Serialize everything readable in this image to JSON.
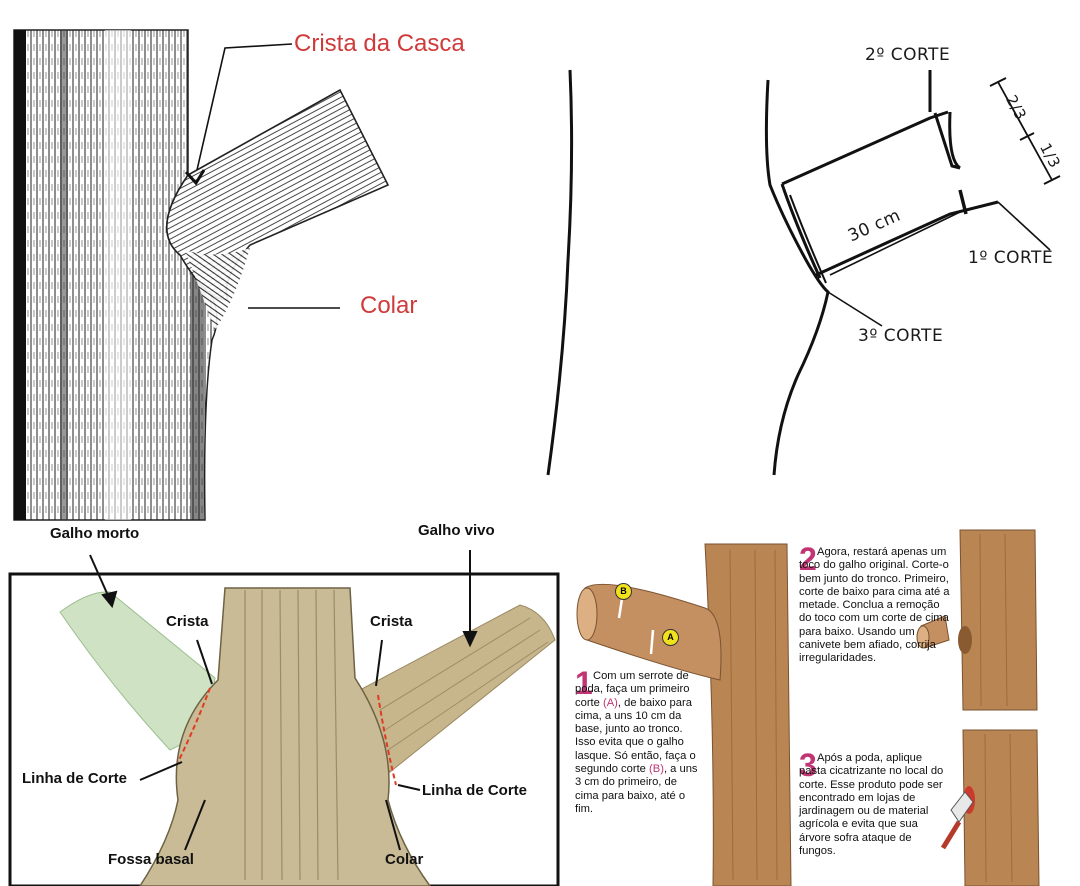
{
  "collar_diagram": {
    "label_crest": "Crista da Casca",
    "label_collar": "Colar"
  },
  "three_cut_diagram": {
    "second_cut": "2º CORTE",
    "first_cut": "1º CORTE",
    "third_cut": "3º CORTE",
    "distance": "30 cm",
    "fraction_top": "2/3",
    "fraction_bottom": "1/3"
  },
  "dead_live_diagram": {
    "dead_branch": "Galho morto",
    "live_branch": "Galho vivo",
    "crest_left": "Crista",
    "crest_right": "Crista",
    "cut_line_left": "Linha de Corte",
    "cut_line_right": "Linha de Corte",
    "basal_pit": "Fossa basal",
    "collar": "Colar"
  },
  "steps": [
    {
      "number": "1",
      "text_a": "Com um serrote de poda, faça um primeiro corte ",
      "mark_a": "(A)",
      "text_b": ", de baixo para cima, a uns 10 cm da base, junto ao tronco. Isso evita que o galho lasque. Só então, faça o segundo corte ",
      "mark_b": "(B)",
      "text_c": ", a uns 3 cm do primeiro, de cima para baixo, até o fim."
    },
    {
      "number": "2",
      "text": "Agora, restará apenas um toco do galho original. Corte-o bem junto do tronco. Primeiro, corte de baixo para cima até a metade. Conclua a remoção do toco com um corte de cima para baixo. Usando um canivete bem afiado, corrija irregularidades."
    },
    {
      "number": "3",
      "text": "Após a poda, aplique pasta cicatrizante no local do corte. Esse produto pode ser encontrado em lojas de jardinagem ou de material agrícola e evita que sua árvore sofra ataque de fungos."
    }
  ],
  "badges": {
    "a": "A",
    "b": "B"
  },
  "colors": {
    "label_red": "#cf3a3a",
    "step_magenta": "#c23574",
    "bark_brown": "#b98552",
    "badge_yellow": "#f2e21d"
  }
}
